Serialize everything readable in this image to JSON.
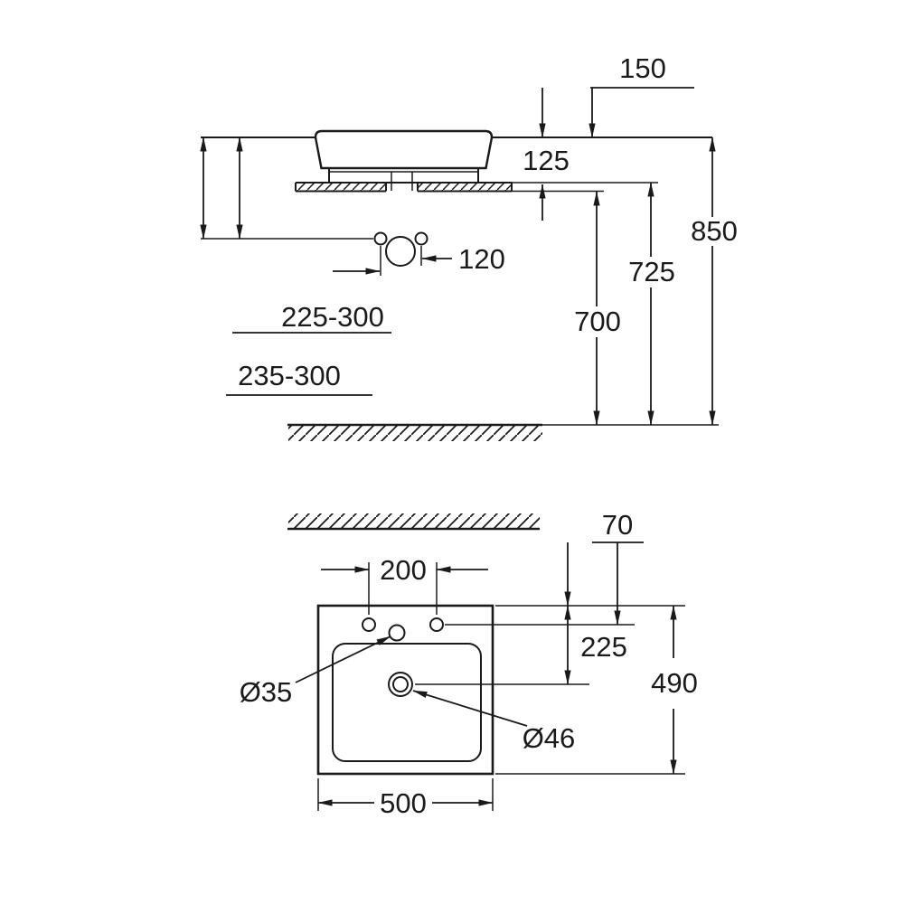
{
  "drawing": {
    "type": "technical-installation-drawing",
    "colors": {
      "line": "#1a1a1a",
      "text": "#1a1a1a",
      "background": "#ffffff"
    },
    "labels": {
      "d150": "150",
      "d125": "125",
      "d850": "850",
      "d725": "725",
      "d700": "700",
      "d120": "120",
      "r225_300": "225-300",
      "r235_300": "235-300",
      "d70": "70",
      "d200": "200",
      "d225": "225",
      "d490": "490",
      "d500": "500",
      "dia35": "Ø35",
      "dia46": "Ø46"
    }
  }
}
